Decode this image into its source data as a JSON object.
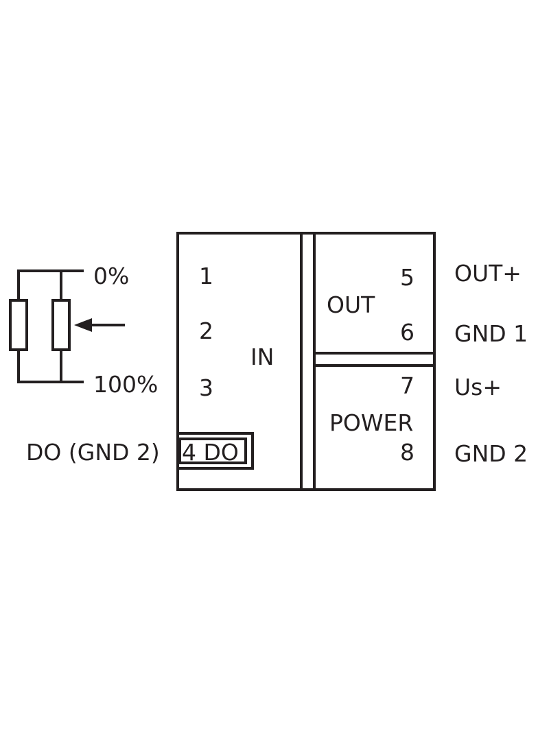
{
  "diagram": {
    "input": {
      "label": "IN",
      "pins": [
        "1",
        "2",
        "3"
      ],
      "do_pin": "4 DO"
    },
    "output": {
      "label": "OUT",
      "pins": [
        "5",
        "6"
      ]
    },
    "power": {
      "label": "POWER",
      "pins": [
        "7",
        "8"
      ]
    },
    "pot_labels": {
      "top": "0%",
      "bottom": "100%"
    },
    "terminal_labels": {
      "out_plus": "OUT+",
      "gnd1": "GND 1",
      "us_plus": "Us+",
      "gnd2": "GND 2",
      "do": "DO (GND 2)"
    },
    "stroke_color": "#231f20"
  }
}
